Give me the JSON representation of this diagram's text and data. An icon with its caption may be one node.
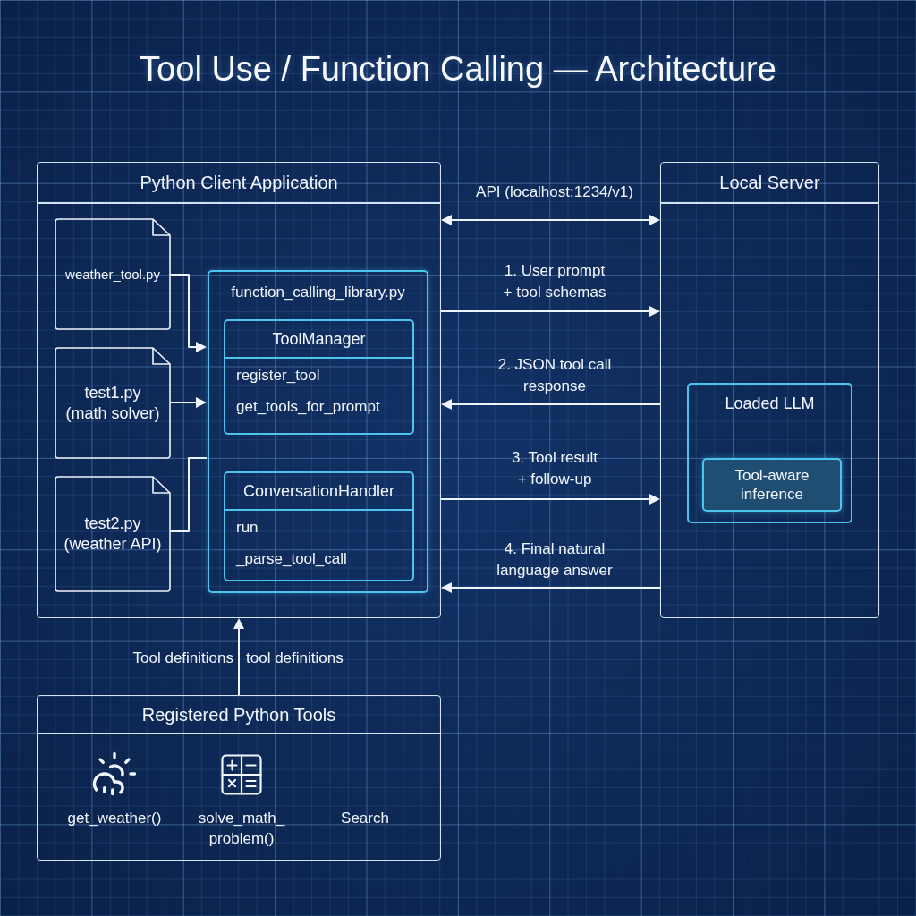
{
  "diagram": {
    "title": "Tool Use / Function Calling — Architecture",
    "nodes": [
      {
        "text": [
          "Python Client Application"
        ]
      },
      {
        "text": [
          "weather_tool.py"
        ],
        "in": 0
      },
      {
        "text": [
          "test1.py",
          "(math solver)"
        ],
        "in": 0
      },
      {
        "text": [
          "test2.py",
          "(weather API)"
        ],
        "in": 0
      },
      {
        "text": [
          "function_calling_library.py"
        ],
        "in": 0
      },
      {
        "text": [
          "ToolManager",
          "register_tool",
          "get_tools_for_prompt"
        ],
        "in": 4
      },
      {
        "text": [
          "ConversationHandler",
          "run",
          "_parse_tool_call"
        ],
        "in": 4
      },
      {
        "text": [
          "Local Server"
        ]
      },
      {
        "text": [
          "Loaded LLM"
        ],
        "in": 7
      },
      {
        "text": [
          "Tool-aware inference"
        ],
        "in": 8
      },
      {
        "text": [
          "Registered Python Tools"
        ]
      }
    ],
    "edges": [
      {
        "from": 1,
        "to": 4,
        "arrow": "to"
      },
      {
        "from": 2,
        "to": 4,
        "arrow": "to"
      },
      {
        "from": 3,
        "to": 4,
        "arrow": "none"
      },
      {
        "from": 10,
        "to": 0,
        "arrow": "to",
        "label": "Tool definitions"
      },
      {
        "from": 0,
        "to": 7,
        "arrow": "both",
        "label": "API (localhost:1234/v1)"
      },
      {
        "from": 0,
        "to": 7,
        "arrow": "to",
        "label": "1. User prompt + tool schemas"
      },
      {
        "from": 7,
        "to": 0,
        "arrow": "to",
        "label": "2. JSON tool call response"
      },
      {
        "from": 0,
        "to": 7,
        "arrow": "to",
        "label": "3. Tool result + follow-up"
      },
      {
        "from": 7,
        "to": 0,
        "arrow": "to",
        "label": "4. Final natural language answer"
      }
    ],
    "labels": [
      "tool definitions",
      "get_weather()",
      "solve_math_ problem()",
      "Search"
    ]
  }
}
